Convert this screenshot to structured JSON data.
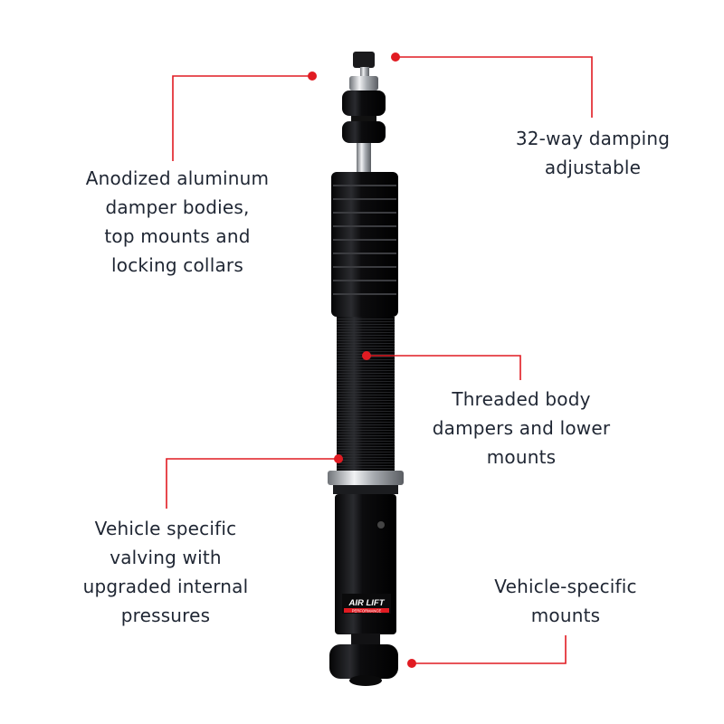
{
  "colors": {
    "callout_red": "#e11b22",
    "shock_black": "#0e0e10",
    "chrome": "#c9ccd1",
    "text": "#1f2633"
  },
  "image": {
    "subject": "coilover damper"
  },
  "logo": {
    "brand": "AIR LIFT",
    "sub": "PERFORMANCE"
  },
  "callouts": [
    {
      "id": "anodized",
      "lines": [
        "Anodized aluminum",
        "damper bodies,",
        "top mounts and",
        "locking collars"
      ]
    },
    {
      "id": "damping",
      "lines": [
        "32-way damping",
        "adjustable"
      ]
    },
    {
      "id": "threaded",
      "lines": [
        "Threaded body",
        "dampers and lower",
        "mounts"
      ]
    },
    {
      "id": "valving",
      "lines": [
        "Vehicle specific",
        "valving with",
        "upgraded internal",
        "pressures"
      ]
    },
    {
      "id": "mounts",
      "lines": [
        "Vehicle-specific",
        "mounts"
      ]
    }
  ]
}
